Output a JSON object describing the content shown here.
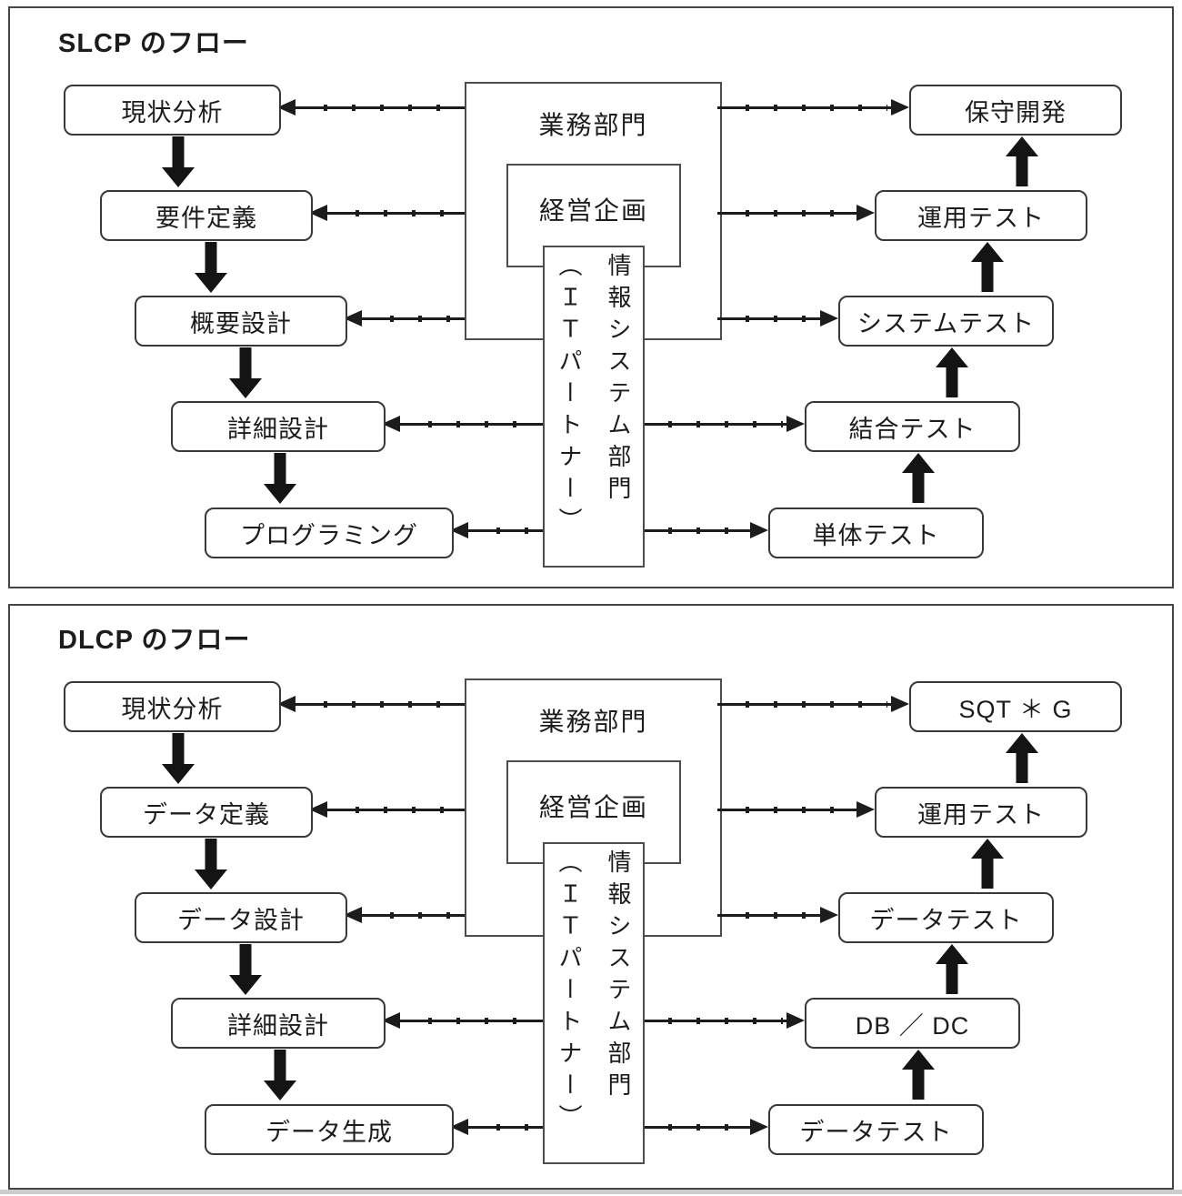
{
  "colors": {
    "ink": "#1c1c1c",
    "box_border": "#383838",
    "panel_border": "#454545"
  },
  "diagrams": [
    {
      "title": "SLCP のフロー",
      "center": {
        "outer": "業務部門",
        "inner": "経営企画",
        "vertical": "情報システム部門\n（ＩＴパートナー）"
      },
      "left": [
        "現状分析",
        "要件定義",
        "概要設計",
        "詳細設計",
        "プログラミング"
      ],
      "right": [
        "保守開発",
        "運用テスト",
        "システムテスト",
        "結合テスト",
        "単体テスト"
      ]
    },
    {
      "title": "DLCP のフロー",
      "center": {
        "outer": "業務部門",
        "inner": "経営企画",
        "vertical": "情報システム部門\n（ＩＴパートナー）"
      },
      "left": [
        "現状分析",
        "データ定義",
        "データ設計",
        "詳細設計",
        "データ生成"
      ],
      "right": [
        "SQT ＊ G",
        "運用テスト",
        "データテスト",
        "DB ／ DC",
        "データテスト"
      ]
    }
  ]
}
